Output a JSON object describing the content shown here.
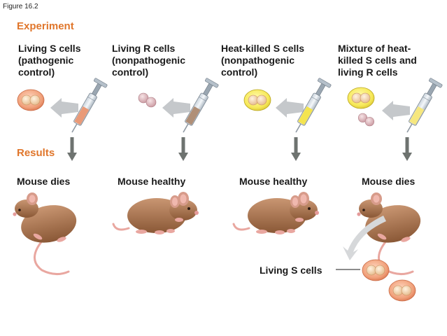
{
  "figure_label": "Figure 16.2",
  "sections": {
    "experiment": "Experiment",
    "results": "Results"
  },
  "colors": {
    "accent": "#e0762b",
    "s_cell": "#f1a27c",
    "r_cell": "#e2b9bf",
    "heat_capsule": "#f7e95a",
    "arrow": "#6e7370",
    "mouse_fur": "#b07a52"
  },
  "columns": [
    {
      "title": [
        "Living S cells",
        "(pathogenic",
        "control)"
      ],
      "outcome": "Mouse dies"
    },
    {
      "title": [
        "Living R cells",
        "(nonpathogenic",
        "control)"
      ],
      "outcome": "Mouse healthy"
    },
    {
      "title": [
        "Heat-killed S cells",
        "(nonpathogenic",
        "control)"
      ],
      "outcome": "Mouse healthy"
    },
    {
      "title": [
        "Mixture of heat-",
        "killed S cells and",
        "living R cells"
      ],
      "outcome": "Mouse dies"
    }
  ],
  "recovered_label": "Living S cells"
}
